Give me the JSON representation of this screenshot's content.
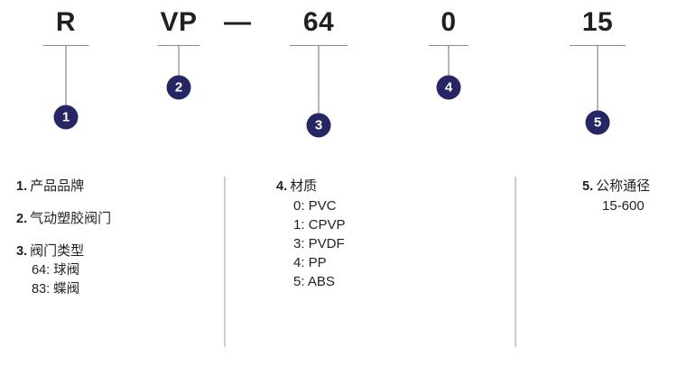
{
  "diagram": {
    "type": "product-code-breakdown",
    "full_code": "R VP — 64 0 15",
    "separator": "—",
    "bullet_color": "#272665",
    "divider_color": "#c3cfdd",
    "segments": [
      {
        "code": "R",
        "bullet": "1"
      },
      {
        "code": "VP",
        "bullet": "2"
      },
      {
        "code": "64",
        "bullet": "3"
      },
      {
        "code": "0",
        "bullet": "4"
      },
      {
        "code": "15",
        "bullet": "5"
      }
    ]
  },
  "legend": {
    "columns": [
      {
        "entries": [
          {
            "index": "1.",
            "label": "产品品牌",
            "sub": []
          },
          {
            "index": "2.",
            "label": "气动塑胶阀门",
            "sub": []
          },
          {
            "index": "3.",
            "label": "阀门类型",
            "sub": [
              "64: 球阀",
              "83: 蝶阀"
            ]
          }
        ]
      },
      {
        "entries": [
          {
            "index": "4.",
            "label": "材质",
            "sub": [
              "0: PVC",
              "1: CPVP",
              "3: PVDF",
              "4: PP",
              "5: ABS"
            ]
          }
        ]
      },
      {
        "entries": [
          {
            "index": "5.",
            "label": "公称通径",
            "sub": [
              "15-600"
            ]
          }
        ]
      }
    ]
  }
}
